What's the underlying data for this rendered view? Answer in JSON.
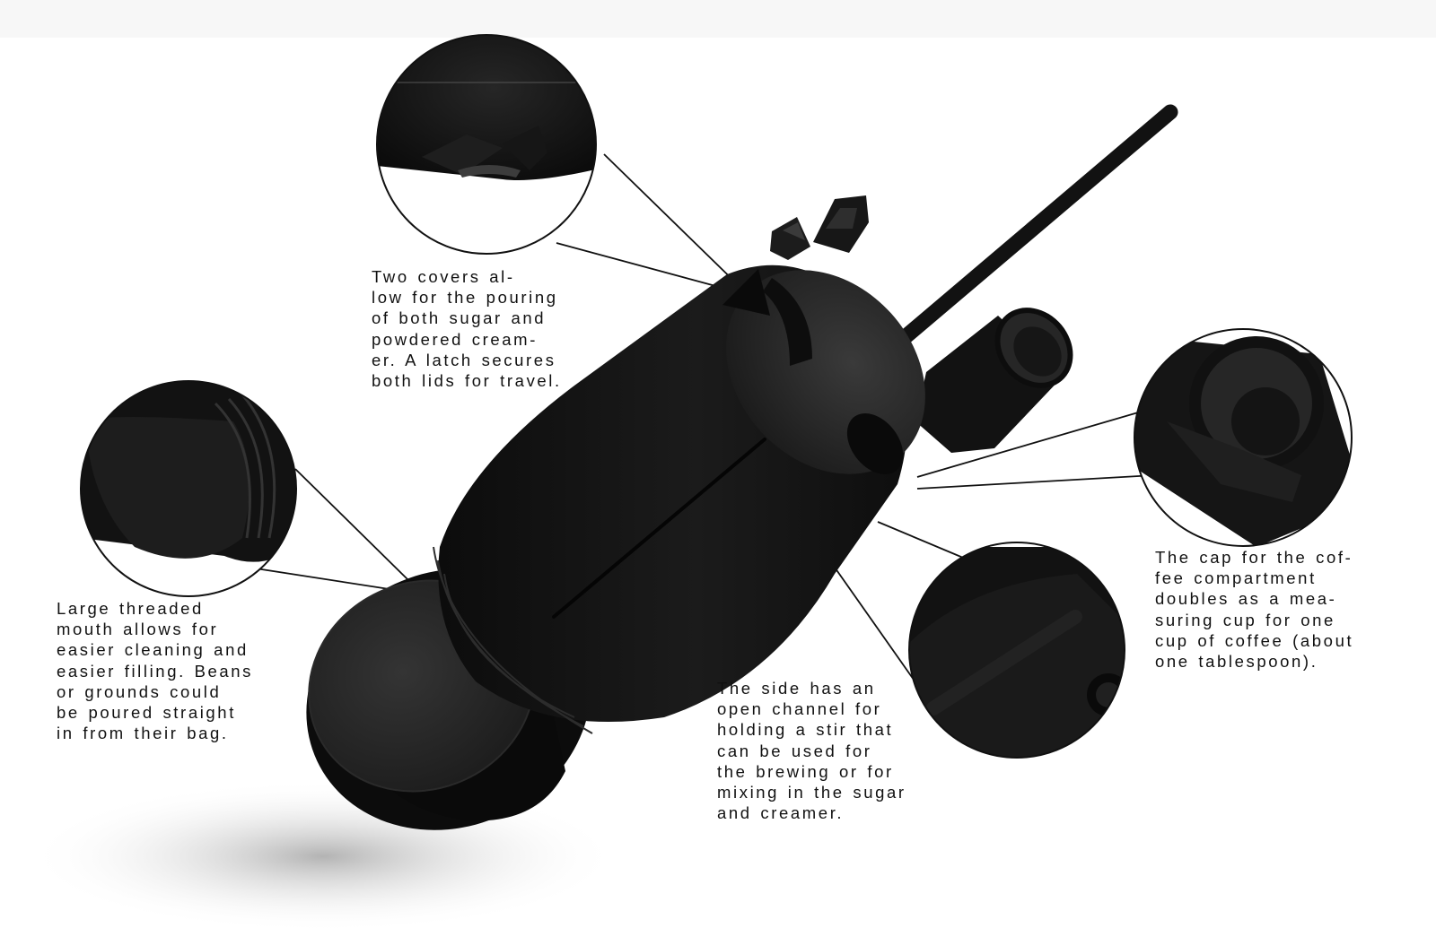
{
  "callouts": {
    "covers": {
      "lines": [
        "Two covers al-",
        "low for the pouring",
        "of both sugar and",
        "powdered cream-",
        "er. A latch secures",
        "both lids for travel."
      ]
    },
    "mouth": {
      "lines": [
        "Large threaded",
        "mouth allows for",
        "easier cleaning and",
        "easier filling. Beans",
        "or grounds could",
        "be poured straight",
        "in from their bag."
      ]
    },
    "side": {
      "lines": [
        "The side has an",
        "open channel for",
        "holding a stir that",
        "can be used for",
        "the brewing or for",
        "mixing in the sugar",
        "and creamer."
      ]
    },
    "cap": {
      "lines": [
        "The cap for the cof-",
        "fee compartment",
        "doubles as a mea-",
        "suring cup for one",
        "cup of coffee (about",
        "one tablespoon)."
      ]
    }
  },
  "colors": {
    "product": "#141414",
    "background": "#ffffff",
    "text": "#111111",
    "leader_line": "#111111"
  }
}
